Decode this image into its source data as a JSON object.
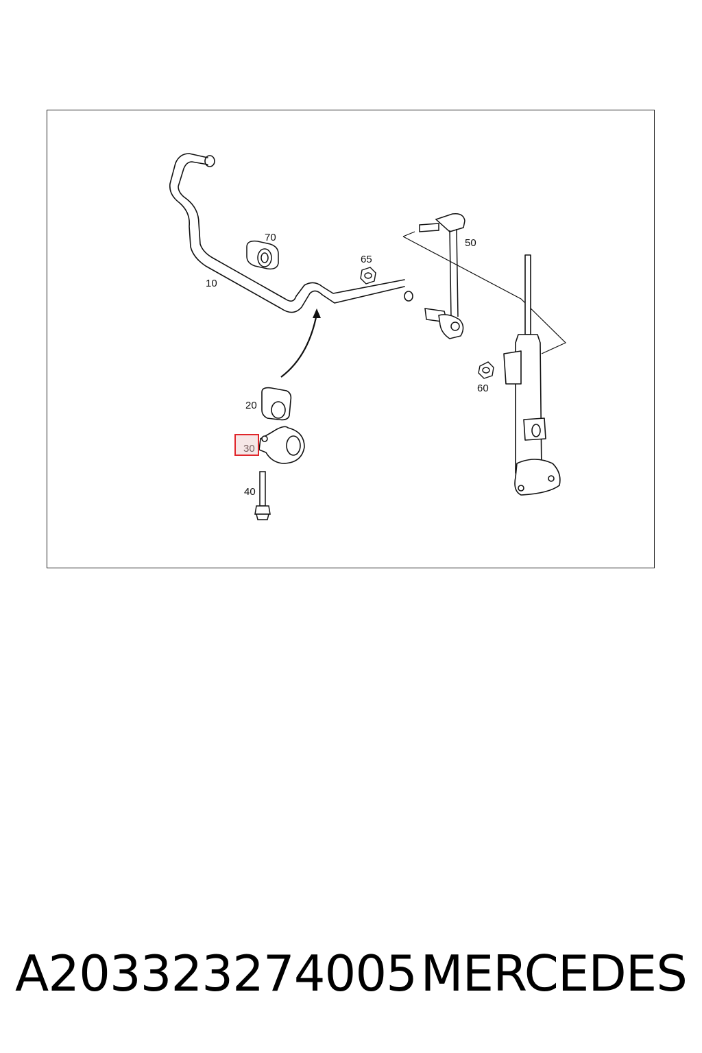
{
  "diagram": {
    "callouts": {
      "c10": "10",
      "c20": "20",
      "c30": "30",
      "c40": "40",
      "c50": "50",
      "c60": "60",
      "c65": "65",
      "c70": "70"
    },
    "highlighted_callout": "30",
    "highlight_color": "#e0262b"
  },
  "footer": {
    "part_number": "A203323274005",
    "brand": "MERCEDES"
  }
}
